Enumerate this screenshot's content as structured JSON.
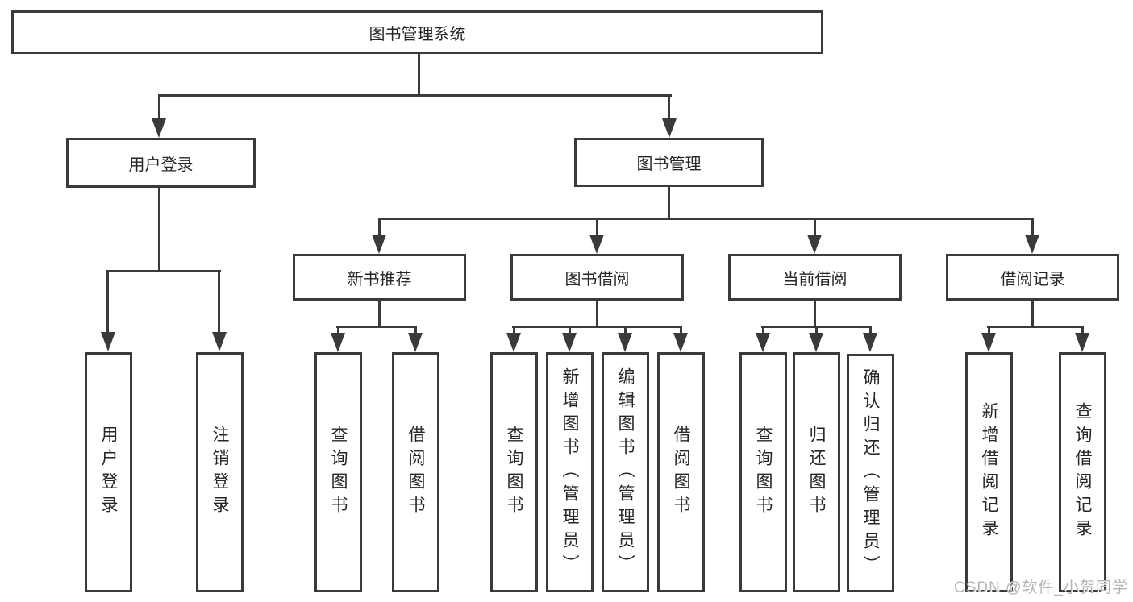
{
  "tree": {
    "root": {
      "label": "图书管理系统"
    },
    "branches": [
      {
        "label": "用户登录",
        "children": [
          {
            "label": "用户登录"
          },
          {
            "label": "注销登录"
          }
        ]
      },
      {
        "label": "图书管理",
        "groups": [
          {
            "label": "新书推荐",
            "children": [
              {
                "label": "查询图书"
              },
              {
                "label": "借阅图书"
              }
            ]
          },
          {
            "label": "图书借阅",
            "children": [
              {
                "label": "查询图书"
              },
              {
                "label": "新增图书（管理员）"
              },
              {
                "label": "编辑图书（管理员）"
              },
              {
                "label": "借阅图书"
              }
            ]
          },
          {
            "label": "当前借阅",
            "children": [
              {
                "label": "查询图书"
              },
              {
                "label": "归还图书"
              },
              {
                "label": "确认归还（管理员）"
              }
            ]
          },
          {
            "label": "借阅记录",
            "children": [
              {
                "label": "新增借阅记录"
              },
              {
                "label": "查询借阅记录"
              }
            ]
          }
        ]
      }
    ]
  },
  "watermark": {
    "text": "CSDN @软件_小贺同学"
  },
  "colors": {
    "line": "#3a3a3a",
    "text": "#262626",
    "watermark": "#b4b4b4",
    "background": "#ffffff"
  }
}
